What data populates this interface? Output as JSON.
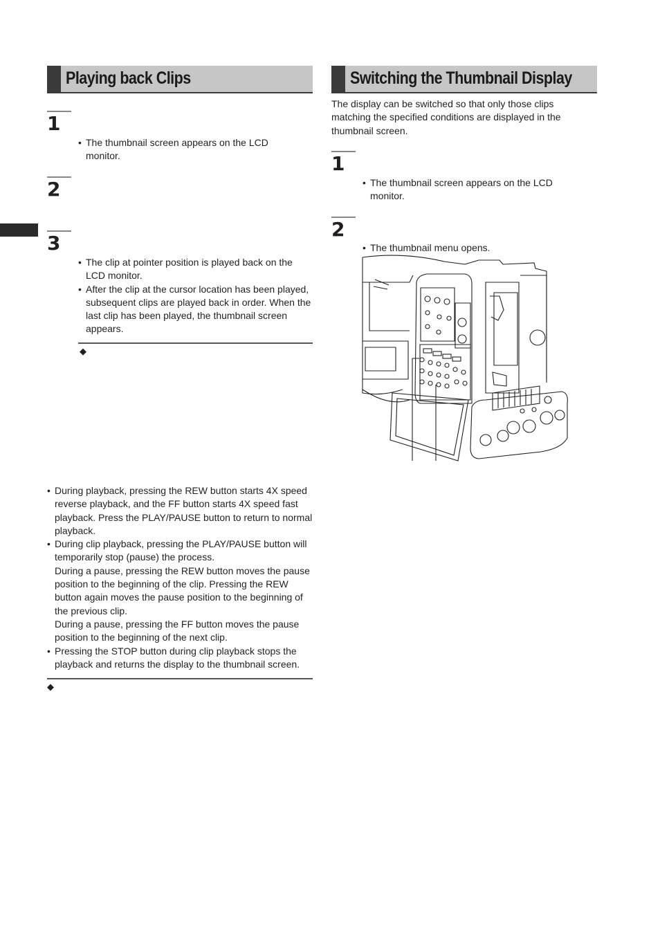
{
  "left": {
    "heading": "Playing back Clips",
    "steps": [
      {
        "number": "1",
        "bullets": [
          "The thumbnail screen appears on the LCD monitor."
        ]
      },
      {
        "number": "2",
        "bullets": []
      },
      {
        "number": "3",
        "bullets": [
          "The clip at pointer position is played back on the LCD monitor.",
          "After the clip at the cursor location has been played, subsequent clips are played back in order. When the last clip has been played, the thumbnail screen appears."
        ]
      }
    ],
    "notes_symbol": "◆",
    "notes": [
      "During playback, pressing the REW button starts 4X speed reverse playback, and the FF button starts 4X speed fast playback. Press the PLAY/PAUSE button to return to normal playback.",
      "During clip playback, pressing the PLAY/PAUSE button will temporarily stop (pause) the process.\nDuring a pause, pressing the REW button moves the pause position to the beginning of the clip. Pressing the REW button again moves the pause position to the beginning of the previous clip.\nDuring a pause, pressing the FF button moves the pause position to the beginning of the next clip.",
      "Pressing the STOP button during clip playback stops the playback and returns the display to the thumbnail screen."
    ],
    "footer_symbol": "◆"
  },
  "right": {
    "heading": "Switching the Thumbnail Display",
    "intro": "The display can be switched so that only those clips matching the specified conditions are displayed in the thumbnail screen.",
    "steps": [
      {
        "number": "1",
        "bullets": [
          "The thumbnail screen appears on the LCD monitor."
        ]
      },
      {
        "number": "2",
        "bullets": [
          "The thumbnail menu opens."
        ]
      }
    ]
  },
  "colors": {
    "header_bg": "#c6c6c6",
    "header_bar": "#3a3a3a",
    "text": "#231f20"
  }
}
